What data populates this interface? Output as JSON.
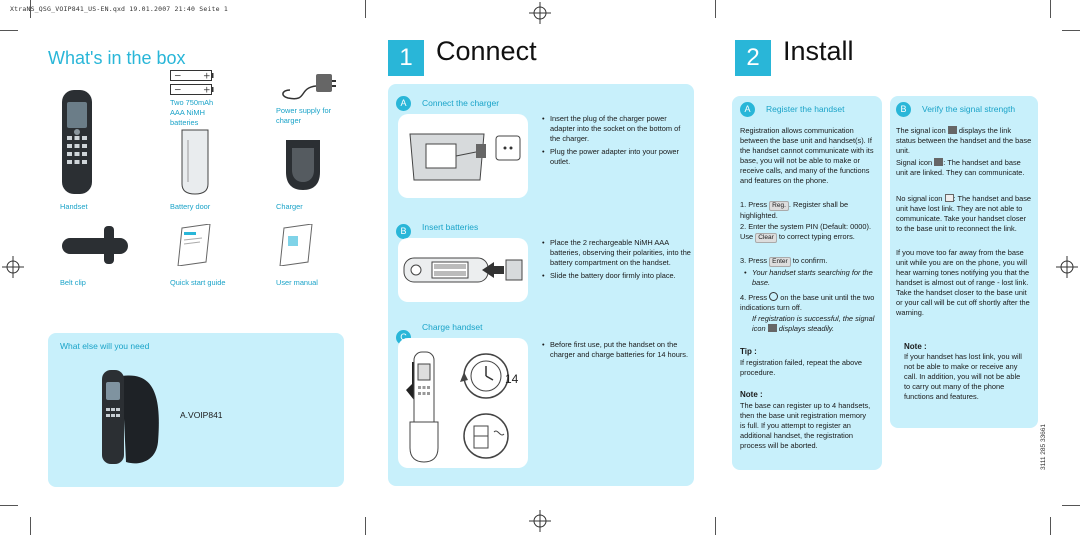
{
  "slug": "XtraNS_QSG_VOIP841_US-EN.qxd   19.01.2007   21:40   Seite  1",
  "left": {
    "title": "What's in the box",
    "items": [
      {
        "caption": "Handset"
      },
      {
        "caption": "Battery door"
      },
      {
        "caption": "Charger"
      },
      {
        "caption": "Belt clip"
      },
      {
        "caption": "Quick start guide"
      },
      {
        "caption": "User manual"
      }
    ],
    "batteries_caption": [
      "Two 750mAh",
      "AAA NiMH",
      "batteries"
    ],
    "power_caption": [
      "Power supply for",
      "charger"
    ],
    "need_title": "What else will you need",
    "model": "A.VOIP841"
  },
  "connect": {
    "number": "1",
    "title": "Connect",
    "sections": [
      {
        "letter": "A",
        "title": "Connect the charger",
        "bullets": [
          "Insert the plug of the charger power adapter into the socket on the bottom of the charger.",
          "Plug the power adapter into your power outlet."
        ]
      },
      {
        "letter": "B",
        "title": "Insert batteries",
        "bullets": [
          "Place the 2 rechargeable NiMH AAA batteries, observing their polarities, into the battery compartment on the handset.",
          "Slide the battery door firmly into place."
        ]
      },
      {
        "letter": "C",
        "title": "Charge handset",
        "bullets": [
          "Before first use, put the handset on the charger and charge batteries for 14 hours."
        ]
      }
    ],
    "hours_label": "14"
  },
  "install": {
    "number": "2",
    "title": "Install",
    "a_letter": "A",
    "a_title": "Register the handset",
    "a_intro": "Registration allows communication between the base unit and handset(s). If the handset cannot communicate with its base, you will not be able to make or receive calls, and many of the functions and features on the phone.",
    "steps": {
      "s1_pre": "1. Press",
      "s1_key": "Reg.",
      "s1_post": ". Register shall be highlighted.",
      "s2_pre": "2. Enter the system PIN (Default: 0000). Use",
      "s2_key": "Clear",
      "s2_post": "to correct typing errors.",
      "s3_pre": "3. Press",
      "s3_key": "Enter",
      "s3_post": "to confirm.",
      "s3_note": "Your handset starts searching for the base.",
      "s4_pre": "4. Press",
      "s4_post": "on the base unit until the two indications turn off.",
      "s4_note_pre": "If registration is successful, the signal icon",
      "s4_note_post": "displays steadily."
    },
    "tip_title": "Tip :",
    "tip_text": "If registration failed, repeat the above procedure.",
    "note1_title": "Note :",
    "note1_text": "The base can register up to 4 handsets, then the base unit registration memory is full. If you attempt to register an additional handset, the registration process will be aborted.",
    "b_letter": "B",
    "b_title": "Verify the signal strength",
    "b_p1_pre": "The signal icon",
    "b_p1_post": "displays the link status between the handset and the base unit.",
    "b_p2_pre": "Signal icon",
    "b_p2_post": ": The handset and base unit are linked. They can communicate.",
    "b_p3_pre": "No signal icon",
    "b_p3_post": ": The handset and base unit have lost link. They are not able to communicate. Take your handset closer to the base unit to reconnect the link.",
    "b_p4": "If you move too far away from the base unit while you are on the phone, you will hear warning tones notifying you that the handset is almost out of range - lost link. Take the handset closer to the base unit or your call will be cut off shortly after the warning.",
    "note2_title": "Note :",
    "note2_text": "If your handset has lost link, you will not be able to make or receive any call. In addition, you will not be able to carry out many of the phone functions and features.",
    "code": "3111 285 33661"
  },
  "colors": {
    "accent": "#29b6d8",
    "panel": "#c8f0fb"
  }
}
